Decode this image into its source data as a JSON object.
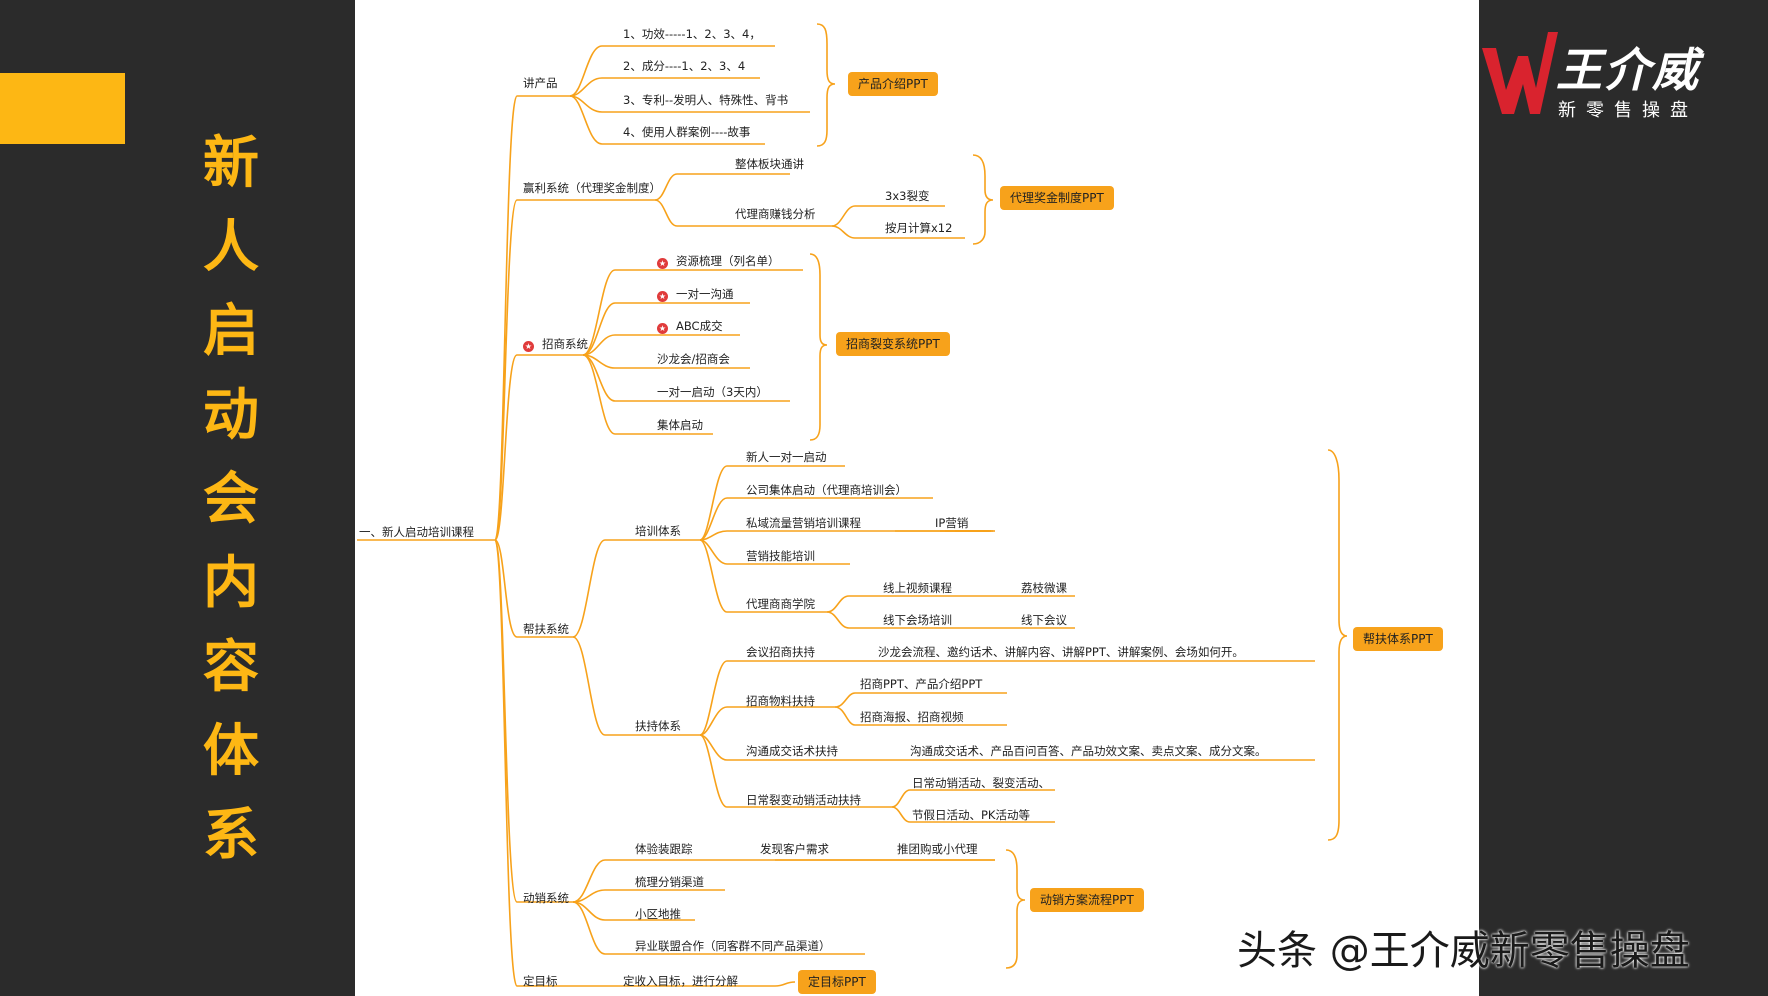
{
  "title_chars": [
    "新",
    "人",
    "启",
    "动",
    "会",
    "内",
    "容",
    "体",
    "系"
  ],
  "logo": {
    "name": "王介威",
    "subtitle": "新零售操盘"
  },
  "watermark": "头条 @王介威新零售操盘",
  "colors": {
    "accent": "#fdb714",
    "branch": "#f7a21b",
    "badge": "#f7a21b",
    "star": "#e03b3b",
    "dark_bg": "#2b2b2b"
  },
  "root": "一、新人启动培训课程",
  "branches": {
    "product": {
      "label": "讲产品",
      "items": [
        "1、功效-----1、2、3、4，",
        "2、成分----1、2、3、4",
        "3、专利--发明人、特殊性、背书",
        "4、使用人群案例----故事"
      ],
      "badge": "产品介绍PPT"
    },
    "profit": {
      "label": "赢利系统（代理奖金制度）",
      "items": [
        "整体板块通讲",
        "代理商赚钱分析"
      ],
      "sub": [
        "3x3裂变",
        "按月计算x12"
      ],
      "badge": "代理奖金制度PPT"
    },
    "recruit": {
      "label": "招商系统",
      "items": [
        "资源梳理（列名单）",
        "一对一沟通",
        "ABC成交",
        "沙龙会/招商会",
        "一对一启动（3天内）",
        "集体启动"
      ],
      "badge": "招商裂变系统PPT"
    },
    "support": {
      "label": "帮扶系统",
      "training": {
        "label": "培训体系",
        "items": [
          "新人一对一启动",
          "公司集体启动（代理商培训会）",
          "私域流量营销培训课程",
          "营销技能培训",
          "代理商商学院"
        ],
        "ip": "IP营销",
        "academy": [
          "线上视频课程",
          "线下会场培训"
        ],
        "academy_sub": [
          "荔枝微课",
          "线下会议"
        ]
      },
      "assist": {
        "label": "扶持体系",
        "items": [
          "会议招商扶持",
          "招商物料扶持",
          "沟通成交话术扶持",
          "日常裂变动销活动扶持"
        ],
        "meeting_detail": "沙龙会流程、邀约话术、讲解内容、讲解PPT、讲解案例、会场如何开。",
        "material": [
          "招商PPT、产品介绍PPT",
          "招商海报、招商视频"
        ],
        "talk_detail": "沟通成交话术、产品百问百答、产品功效文案、卖点文案、成分文案。",
        "activity": [
          "日常动销活动、裂变活动、",
          "节假日活动、PK活动等"
        ]
      },
      "badge": "帮扶体系PPT"
    },
    "sales": {
      "label": "动销系统",
      "items": [
        "体验装跟踪",
        "梳理分销渠道",
        "小区地推",
        "异业联盟合作（同客群不同产品渠道）"
      ],
      "chain": [
        "发现客户需求",
        "推团购或小代理"
      ],
      "badge": "动销方案流程PPT"
    },
    "goal": {
      "label": "定目标",
      "item": "定收入目标，进行分解",
      "badge": "定目标PPT"
    }
  }
}
